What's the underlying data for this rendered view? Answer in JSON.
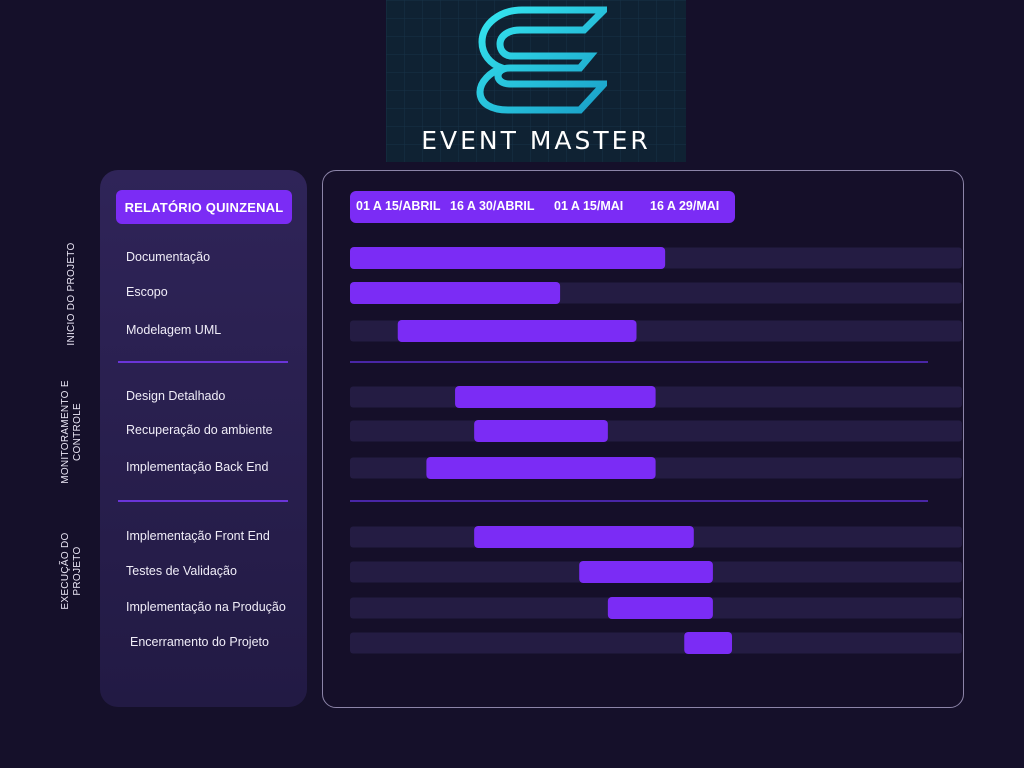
{
  "brand": {
    "name": "EVENT MASTER",
    "logo_icon": "e-letter-logo-icon",
    "colors": {
      "logo_bg": "#0f2233",
      "logo_cyan": "#2fd6e8"
    }
  },
  "report_button": {
    "label": "RELATÓRIO QUINZENAL"
  },
  "phases": [
    {
      "label_lines": [
        "INICIO DO PROJETO"
      ]
    },
    {
      "label_lines": [
        "MONITORAMENTO E",
        "CONTROLE"
      ]
    },
    {
      "label_lines": [
        "EXECUÇÃO DO",
        "PROJETO"
      ]
    }
  ],
  "colors": {
    "background": "#15102a",
    "accent": "#7b2cf5",
    "track": "#241c43",
    "divider": "#5b2fd0"
  },
  "chart_data": {
    "type": "bar",
    "subtype": "gantt",
    "title": "",
    "periods": [
      "01 A 15/ABRIL",
      "16 A 30/ABRIL",
      "01 A 15/MAI",
      "16 A 29/MAI"
    ],
    "x_unit": "fortnight",
    "xlim": [
      0,
      6.4
    ],
    "tasks": [
      {
        "name": "Documentação",
        "phase": 0,
        "start": 0.0,
        "end": 3.3
      },
      {
        "name": "Escopo",
        "phase": 0,
        "start": 0.0,
        "end": 2.2
      },
      {
        "name": "Modelagem UML",
        "phase": 0,
        "start": 0.5,
        "end": 3.0
      },
      {
        "name": "Design Detalhado",
        "phase": 1,
        "start": 1.1,
        "end": 3.2
      },
      {
        "name": "Recuperação do ambiente",
        "phase": 1,
        "start": 1.3,
        "end": 2.7
      },
      {
        "name": "Implementação Back End",
        "phase": 1,
        "start": 0.8,
        "end": 3.2
      },
      {
        "name": "Implementação Front End",
        "phase": 2,
        "start": 1.3,
        "end": 3.6
      },
      {
        "name": "Testes de Validação",
        "phase": 2,
        "start": 2.4,
        "end": 3.8
      },
      {
        "name": "Implementação na Produção",
        "phase": 2,
        "start": 2.7,
        "end": 3.8
      },
      {
        "name": "Encerramento do Projeto",
        "phase": 2,
        "start": 3.5,
        "end": 4.0
      }
    ]
  }
}
